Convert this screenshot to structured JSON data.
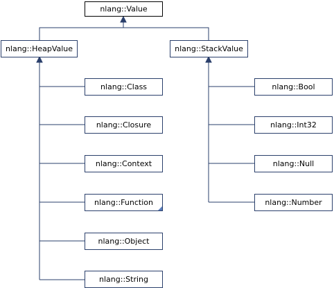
{
  "diagram": {
    "nodes": {
      "value": "nlang::Value",
      "heap_value": "nlang::HeapValue",
      "stack_value": "nlang::StackValue",
      "class": "nlang::Class",
      "closure": "nlang::Closure",
      "context": "nlang::Context",
      "function": "nlang::Function",
      "object": "nlang::Object",
      "string": "nlang::String",
      "bool": "nlang::Bool",
      "int32": "nlang::Int32",
      "null": "nlang::Null",
      "number": "nlang::Number"
    },
    "colors": {
      "edge": "#2a3f6b",
      "box_border": "#2a3f6b",
      "root_border": "#000000",
      "fold_mark": "#5a7dbd"
    }
  }
}
